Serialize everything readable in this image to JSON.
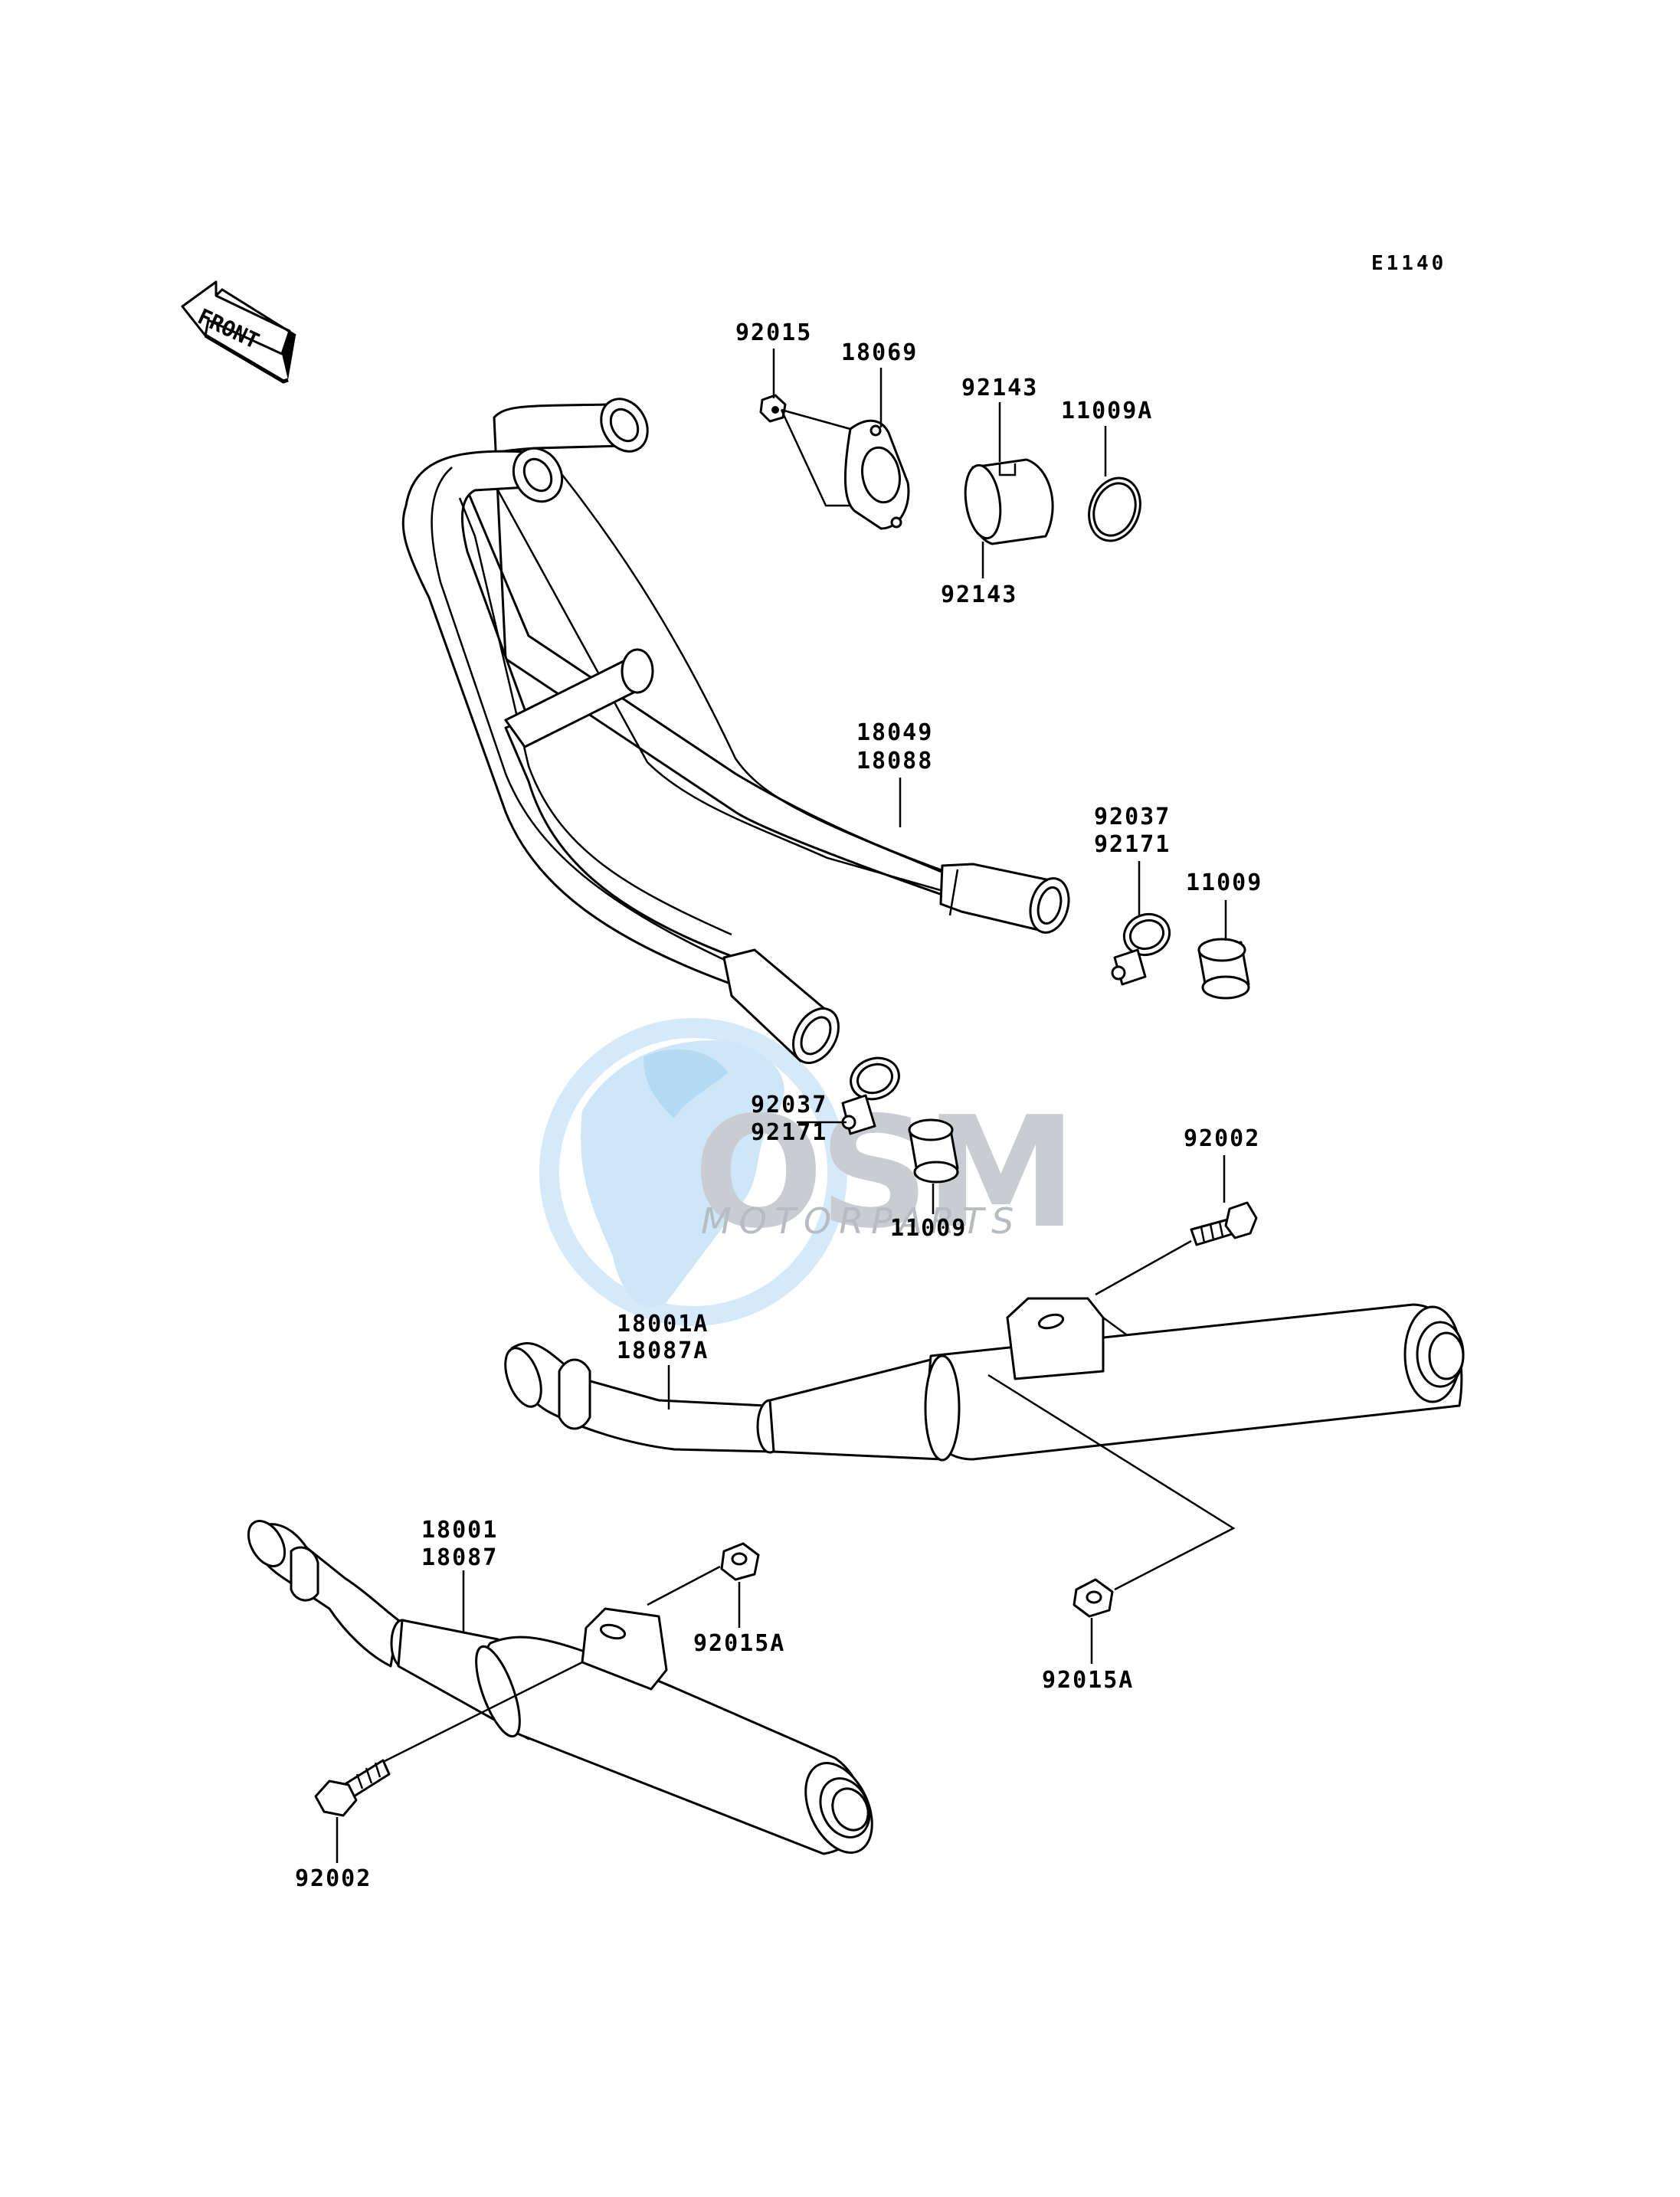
{
  "diagram_code": "E1140",
  "front_label": "FRONT",
  "watermark": {
    "brand": "OSM",
    "sub": "MOTORPARTS",
    "colors": {
      "circle": "#cfe7f8",
      "globe": "#a9d3f1",
      "text": "#b7bcc2"
    }
  },
  "labels": {
    "p92015": "92015",
    "p18069": "18069",
    "p92143_top": "92143",
    "p11009A": "11009A",
    "p92143_bot": "92143",
    "p18049": "18049",
    "p18088": "18088",
    "p92037_r": "92037",
    "p92171_r": "92171",
    "p11009_r": "11009",
    "p92037_l": "92037",
    "p92171_l": "92171",
    "p11009_l": "11009",
    "p92002_r": "92002",
    "p18001A": "18001A",
    "p18087A": "18087A",
    "p18001": "18001",
    "p18087": "18087",
    "p92015A_l": "92015A",
    "p92015A_r": "92015A",
    "p92002_l": "92002"
  }
}
